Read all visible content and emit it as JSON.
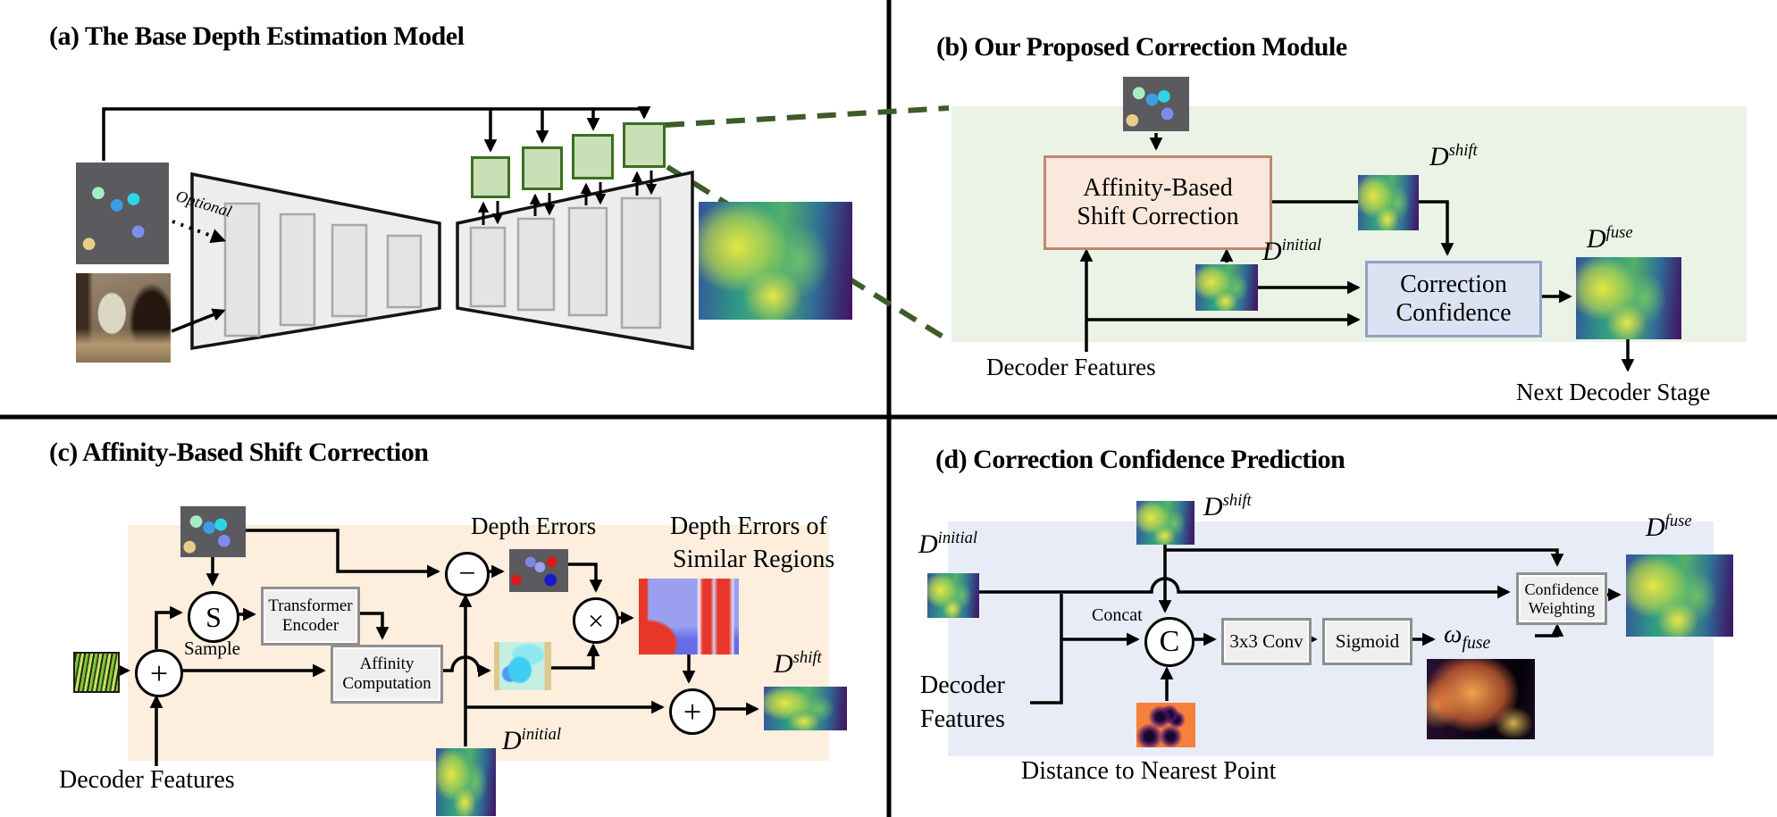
{
  "figure": {
    "panel_a": {
      "title": "(a) The Base Depth Estimation Model",
      "optional_label": "Optional"
    },
    "panel_b": {
      "title": "(b) Our Proposed Correction Module",
      "affinity_box": {
        "line1": "Affinity-Based",
        "line2": "Shift Correction"
      },
      "confidence_box": {
        "line1": "Correction",
        "line2": "Confidence"
      },
      "decoder_features_label": "Decoder Features",
      "next_decoder_stage_label": "Next Decoder Stage"
    },
    "panel_c": {
      "title": "(c) Affinity-Based Shift Correction",
      "sample_op": "S",
      "sample_label": "Sample",
      "transformer_box": {
        "line1": "Transformer",
        "line2": "Encoder"
      },
      "affinity_box": {
        "line1": "Affinity",
        "line2": "Computation"
      },
      "depth_errors_label": "Depth Errors",
      "similar_label": {
        "line1": "Depth Errors of",
        "line2": "Similar Regions"
      },
      "decoder_features_label": "Decoder Features",
      "minus_op": "−",
      "times_op": "×",
      "plus_op": "+"
    },
    "panel_d": {
      "title": "(d) Correction Confidence Prediction",
      "concat_label": "Concat",
      "concat_op": "C",
      "conv_box": "3x3 Conv",
      "sigmoid_box": "Sigmoid",
      "weighting_box": {
        "line1": "Confidence",
        "line2": "Weighting"
      },
      "decoder_features_label": {
        "line1": "Decoder",
        "line2": "Features"
      },
      "distance_label": "Distance to Nearest Point",
      "omega": {
        "base": "ω",
        "sub": "fuse"
      }
    },
    "math": {
      "d_shift": {
        "base": "D",
        "sup": "shift"
      },
      "d_initial": {
        "base": "D",
        "sup": "initial"
      },
      "d_fuse": {
        "base": "D",
        "sup": "fuse"
      }
    },
    "colors": {
      "panel_b_bg": "#eaf3e6",
      "panel_c_bg": "#fdeede",
      "panel_d_bg": "#e7ecf6",
      "affinity_box_fill": "#fbe8dc",
      "affinity_box_border": "#c0876f",
      "confidence_box_fill": "#dbe3f3",
      "confidence_box_border": "#93a2c4",
      "injector_block_fill": "#c9dfb6",
      "injector_block_border": "#3c6e22",
      "zoom_dash_line": "#3d5c28"
    }
  }
}
